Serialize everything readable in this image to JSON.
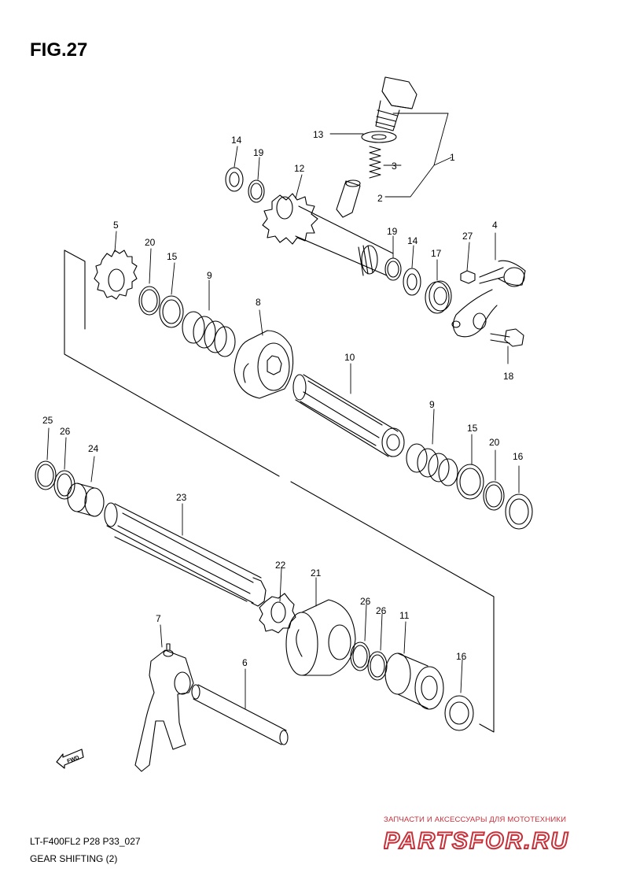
{
  "figure": {
    "title": "FIG.27"
  },
  "callouts": [
    {
      "id": "c1",
      "label": "1"
    },
    {
      "id": "c2",
      "label": "2"
    },
    {
      "id": "c3",
      "label": "3"
    },
    {
      "id": "c4",
      "label": "4"
    },
    {
      "id": "c5",
      "label": "5"
    },
    {
      "id": "c6",
      "label": "6"
    },
    {
      "id": "c7",
      "label": "7"
    },
    {
      "id": "c8",
      "label": "8"
    },
    {
      "id": "c9a",
      "label": "9"
    },
    {
      "id": "c9b",
      "label": "9"
    },
    {
      "id": "c10",
      "label": "10"
    },
    {
      "id": "c11",
      "label": "11"
    },
    {
      "id": "c12",
      "label": "12"
    },
    {
      "id": "c13",
      "label": "13"
    },
    {
      "id": "c14a",
      "label": "14"
    },
    {
      "id": "c14b",
      "label": "14"
    },
    {
      "id": "c15a",
      "label": "15"
    },
    {
      "id": "c15b",
      "label": "15"
    },
    {
      "id": "c16a",
      "label": "16"
    },
    {
      "id": "c16b",
      "label": "16"
    },
    {
      "id": "c17",
      "label": "17"
    },
    {
      "id": "c18",
      "label": "18"
    },
    {
      "id": "c19a",
      "label": "19"
    },
    {
      "id": "c19b",
      "label": "19"
    },
    {
      "id": "c20a",
      "label": "20"
    },
    {
      "id": "c20b",
      "label": "20"
    },
    {
      "id": "c21",
      "label": "21"
    },
    {
      "id": "c22",
      "label": "22"
    },
    {
      "id": "c23",
      "label": "23"
    },
    {
      "id": "c24",
      "label": "24"
    },
    {
      "id": "c25",
      "label": "25"
    },
    {
      "id": "c26a",
      "label": "26"
    },
    {
      "id": "c26b",
      "label": "26"
    },
    {
      "id": "c26c",
      "label": "26"
    },
    {
      "id": "c27",
      "label": "27"
    }
  ],
  "fwd_marker": {
    "label": "FWD",
    "icon": "forward-arrow-icon"
  },
  "footer": {
    "model_code": "LT-F400FL2 P28 P33_027",
    "section_title": "GEAR SHIFTING (2)"
  },
  "watermark": {
    "caption": "ЗАПЧАСТИ И АКСЕССУАРЫ ДЛЯ МОТОТЕХНИКИ",
    "logo_text": "PARTSFOR.RU",
    "color": "#c8303a"
  },
  "colors": {
    "line": "#000000",
    "background": "#ffffff"
  }
}
